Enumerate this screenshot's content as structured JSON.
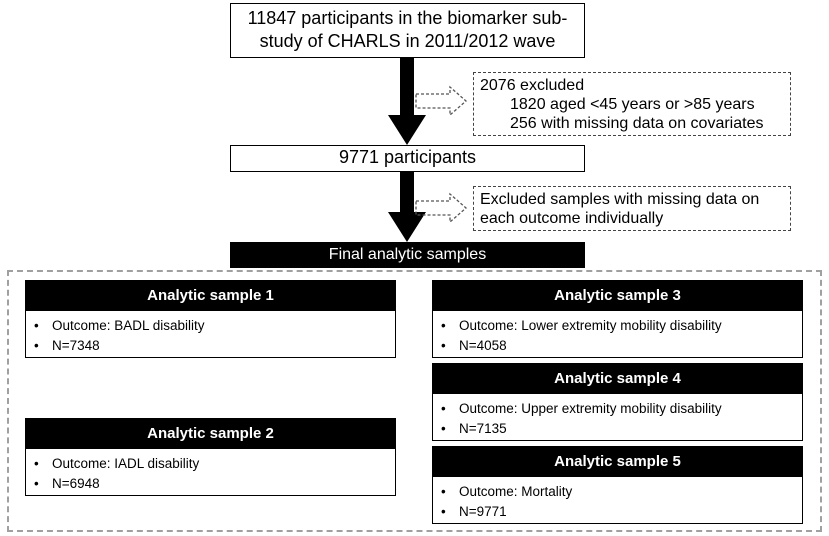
{
  "top_box": {
    "line1": "11847 participants in the biomarker sub-",
    "line2": "study of CHARLS in 2011/2012 wave"
  },
  "exclusion_1": {
    "title": "2076 excluded",
    "line1": "1820 aged <45 years or >85 years",
    "line2": "256 with missing data on covariates"
  },
  "middle_box": "9771 participants",
  "exclusion_2": {
    "line1": "Excluded samples with missing data on",
    "line2": "each outcome individually"
  },
  "final_bar": "Final analytic samples",
  "samples": [
    {
      "title": "Analytic sample 1",
      "outcome": "Outcome: BADL disability",
      "n": "N=7348"
    },
    {
      "title": "Analytic sample 2",
      "outcome": "Outcome: IADL disability",
      "n": "N=6948"
    },
    {
      "title": "Analytic sample 3",
      "outcome": "Outcome: Lower extremity mobility disability",
      "n": "N=4058"
    },
    {
      "title": "Analytic sample 4",
      "outcome": "Outcome: Upper extremity mobility disability",
      "n": "N=7135"
    },
    {
      "title": "Analytic sample 5",
      "outcome": "Outcome: Mortality",
      "n": "N=9771"
    }
  ]
}
